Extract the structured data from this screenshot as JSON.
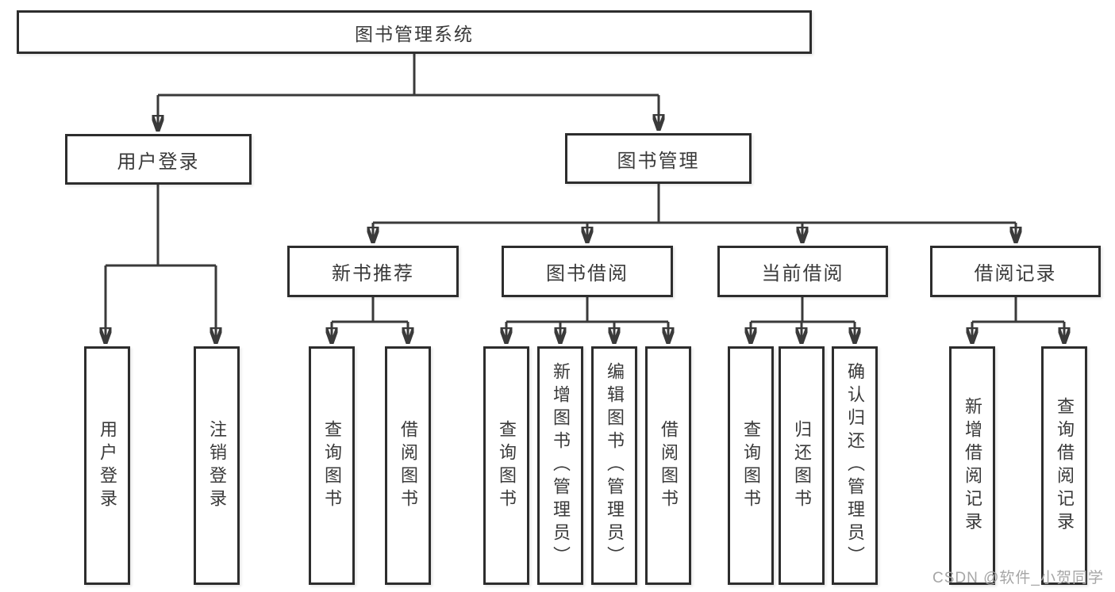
{
  "diagram": {
    "root": {
      "label": "图书管理系统"
    },
    "branches": {
      "user_login": {
        "label": "用户登录"
      },
      "book_management": {
        "label": "图书管理"
      }
    },
    "modules": [
      {
        "label": "新书推荐"
      },
      {
        "label": "图书借阅"
      },
      {
        "label": "当前借阅"
      },
      {
        "label": "借阅记录"
      }
    ],
    "leaves": [
      {
        "label": "用户登录"
      },
      {
        "label": "注销登录"
      },
      {
        "label": "查询图书"
      },
      {
        "label": "借阅图书"
      },
      {
        "label": "查询图书"
      },
      {
        "label": "新增图书（管理员）"
      },
      {
        "label": "编辑图书（管理员）"
      },
      {
        "label": "借阅图书"
      },
      {
        "label": "查询图书"
      },
      {
        "label": "归还图书"
      },
      {
        "label": "确认归还（管理员）"
      },
      {
        "label": "新增借阅记录"
      },
      {
        "label": "查询借阅记录"
      }
    ],
    "watermark": "CSDN @软件_小贺同学",
    "colors": {
      "border": "#2d2d2d",
      "line": "#3a3a3a",
      "text": "#3a3a3a",
      "watermark": "#a6a6a6",
      "background": "#ffffff"
    }
  }
}
